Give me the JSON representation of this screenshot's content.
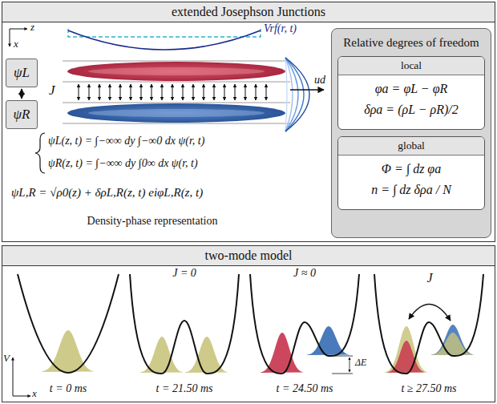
{
  "diagram": {
    "nodes": [
      {
        "text": [
          "extended Josephson Junctions"
        ]
      },
      {
        "text": [
          "ψL"
        ],
        "in": 0
      },
      {
        "text": [
          "ψR"
        ],
        "in": 0
      },
      {
        "text": [
          "Relative degrees of freedom"
        ],
        "in": 0
      },
      {
        "text": [
          "local",
          "φa = φL − φR",
          "δρa = (ρL − ρR)/2"
        ],
        "in": 3
      },
      {
        "text": [
          "global",
          "Φ = ∫ dz φa",
          "n = ∫ dz δρa / N"
        ],
        "in": 3
      },
      {
        "text": [
          "two-mode model"
        ]
      }
    ],
    "edges": [
      {
        "from": 1,
        "to": 2,
        "arrow": "both"
      }
    ],
    "labels": [
      "z",
      "x",
      "Vrf(r, t)",
      "J",
      "ud",
      "ψL(z, t) = ∫−∞∞ dy ∫−∞0 dx ψ(r, t)",
      "ψR(z, t) = ∫−∞∞ dy ∫0∞ dx ψ(r, t)",
      "ψL,R = √ρ0(z) + δρL,R(z, t) eiφL,R(z, t)",
      "Density-phase representation",
      "J = 0",
      "J ≈ 0",
      "ΔE",
      "J",
      "t = 0 ms",
      "t = 21.50 ms",
      "t = 24.50 ms",
      "t ≥ 27.50 ms",
      "V",
      "x"
    ]
  }
}
